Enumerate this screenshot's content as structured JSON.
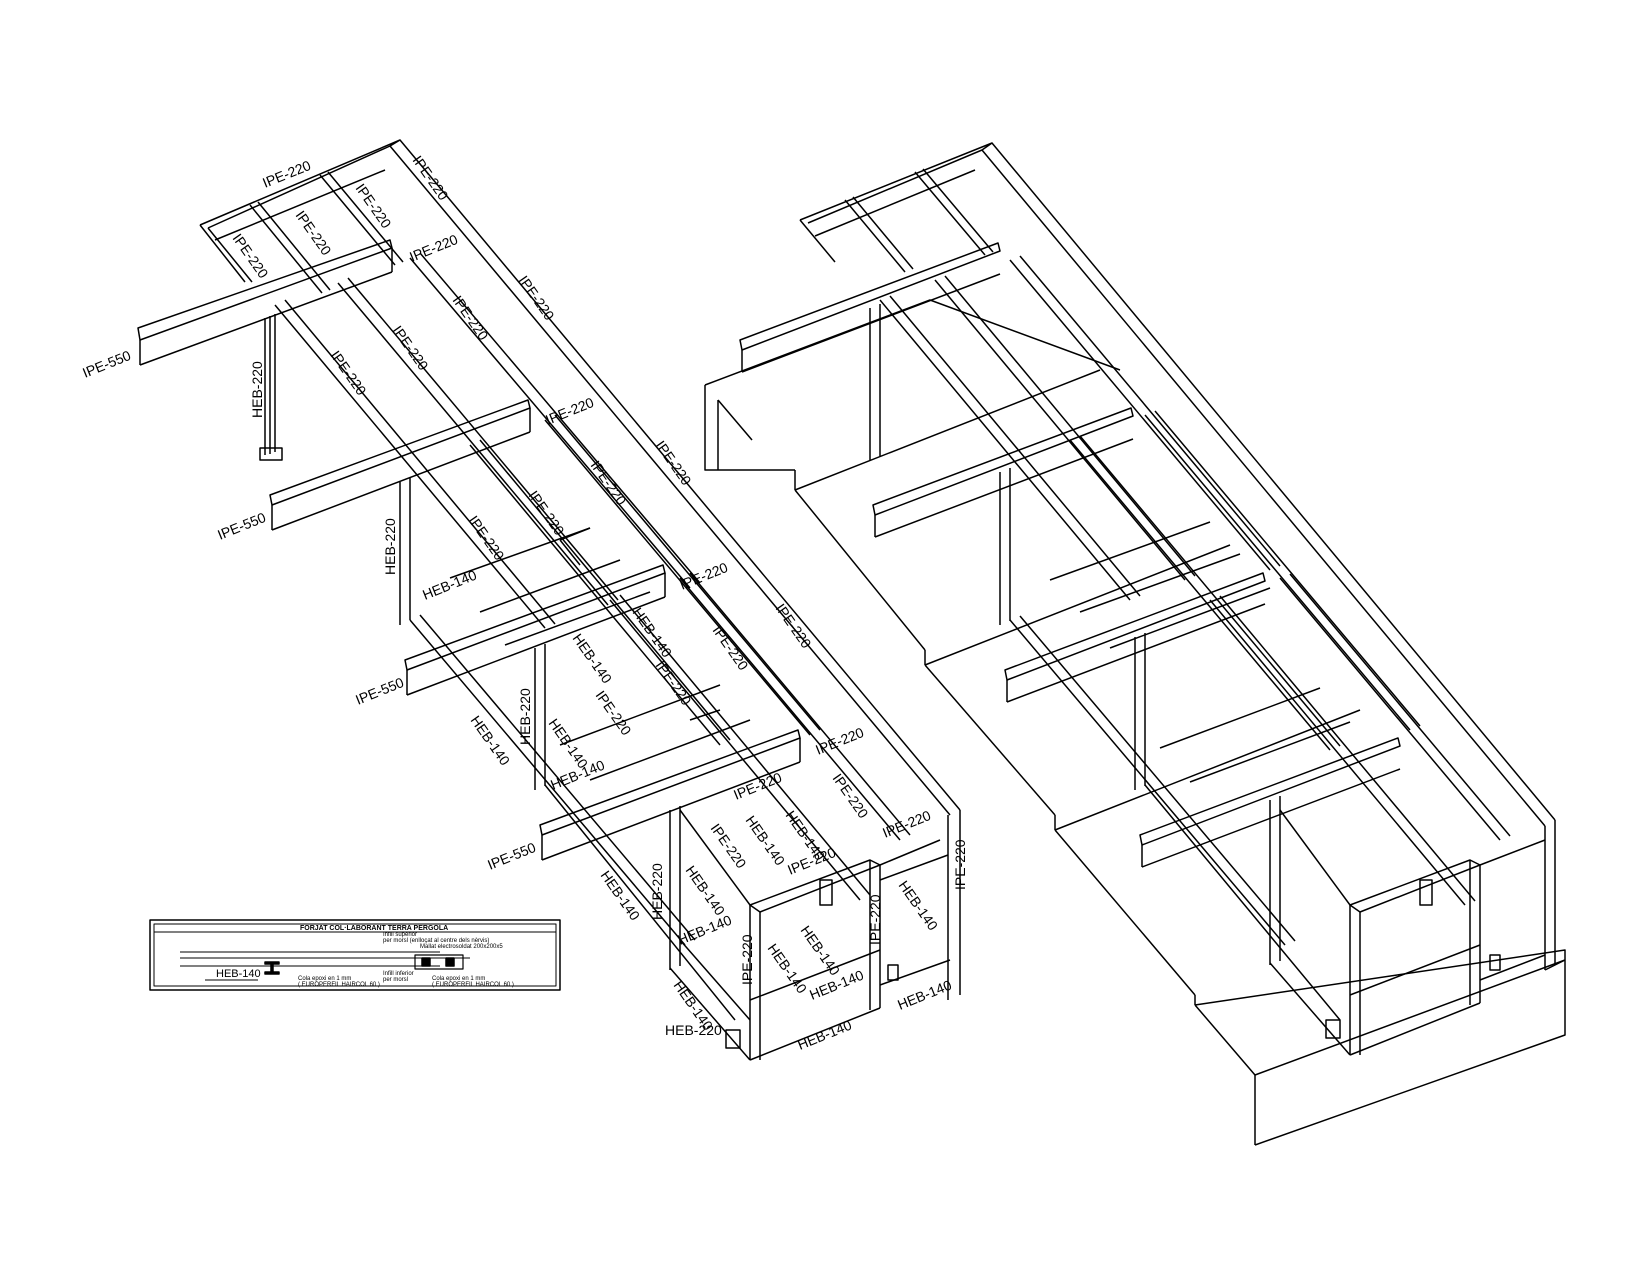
{
  "labels": {
    "ipe220": "IPE-220",
    "ipe550": "IPE-550",
    "heb220": "HEB-220",
    "heb140": "HEB-140"
  },
  "detail": {
    "title": "FORJAT COL·LABORANT TERRA PERGOLA",
    "heb_label": "HEB-140",
    "note_upper_1": "Infill superior",
    "note_upper_2": "per morsl (enlloçat al centre dels nèrvis)",
    "note_mesh": "Mallat electrosoldat 200x200x5",
    "note_glue_1": "Cola epoxi en 1 mm",
    "note_glue_2": "( EUROPERFIL HAIRCOL 60 )",
    "note_lower_1": "Infill inferior",
    "note_lower_2": "per morsl",
    "note_glue_3": "Cola epoxi en 1 mm",
    "note_glue_4": "( EUROPERFIL HAIRCOL 60 )"
  }
}
